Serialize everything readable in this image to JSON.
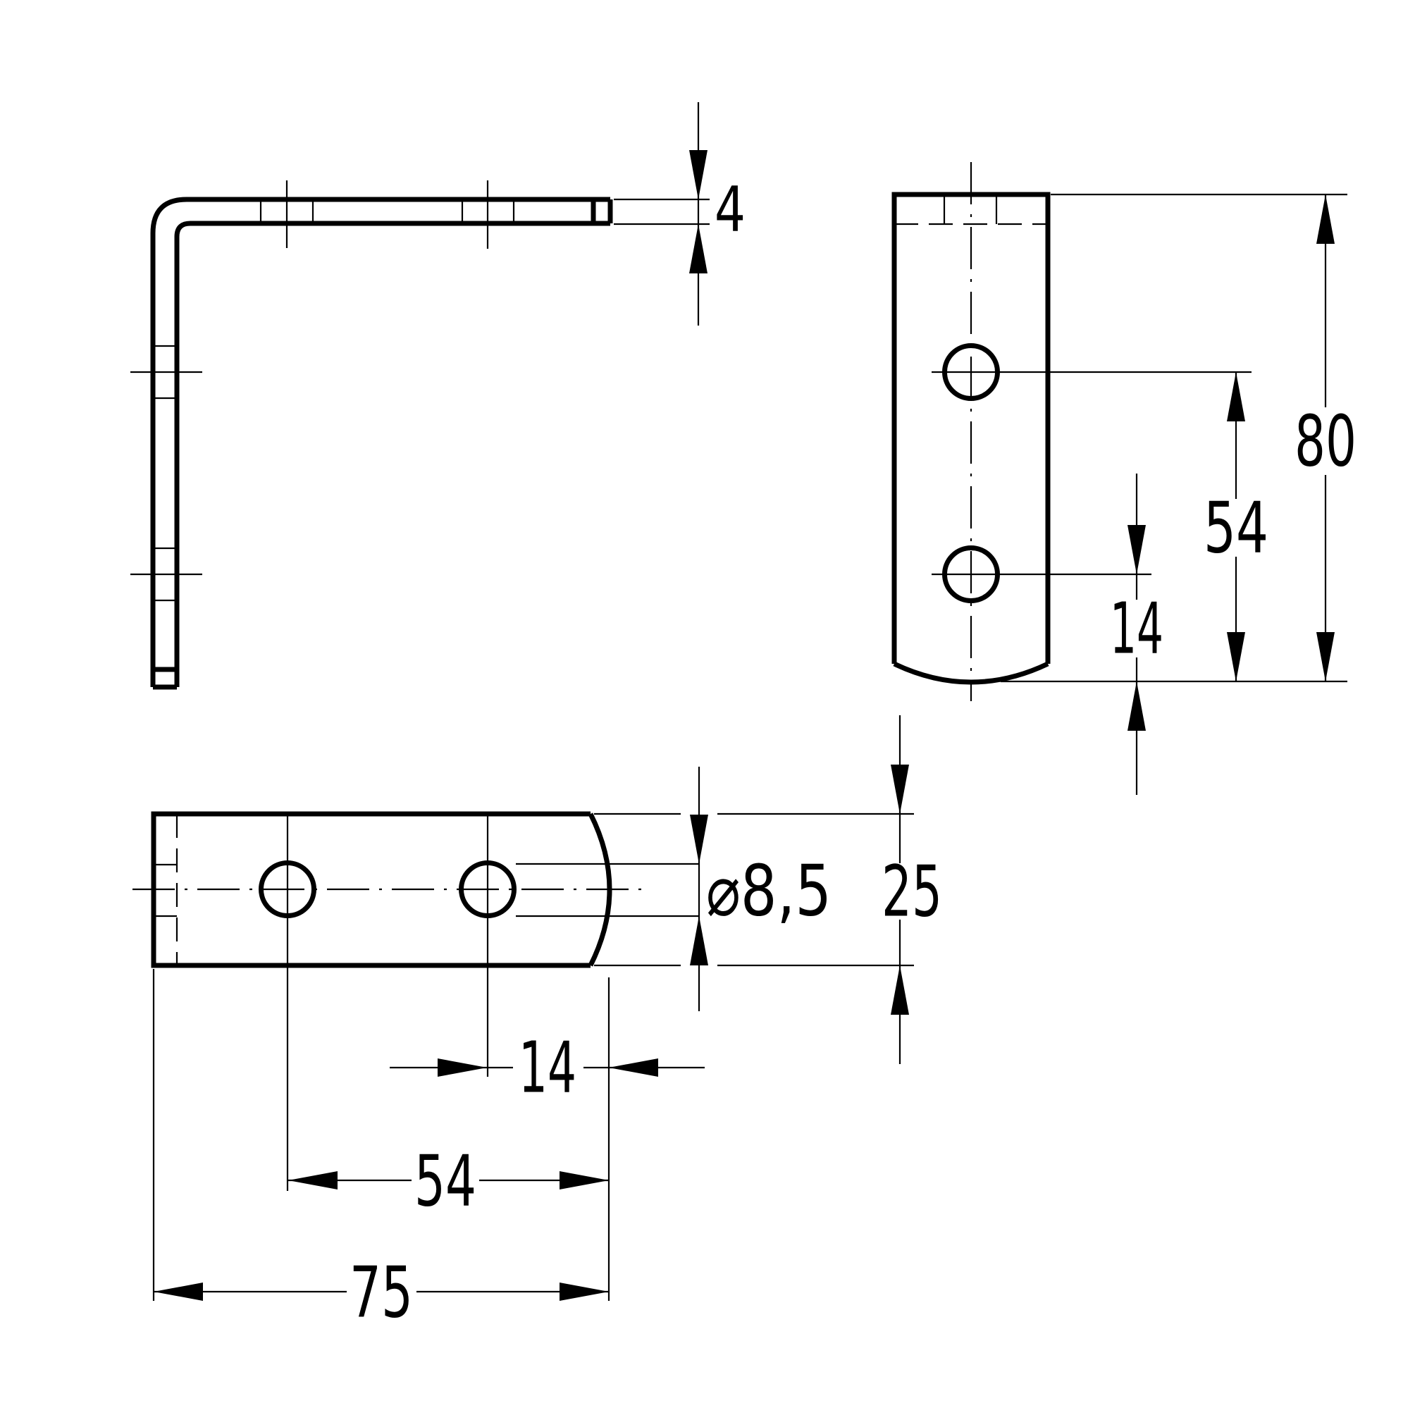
{
  "drawing": {
    "kind": "technical drawing - angle bracket, three orthographic views",
    "background_color": "#ffffff",
    "line_color": "#000000"
  },
  "dimensions": {
    "thickness": "4",
    "leg_height": "80",
    "front_hole_to_end": "54",
    "front_lower_hole_to_end": "14",
    "hole_diameter": "⌀8,5",
    "width": "25",
    "top_hole_to_end_short": "14",
    "top_hole_to_end_long": "54",
    "length": "75"
  }
}
